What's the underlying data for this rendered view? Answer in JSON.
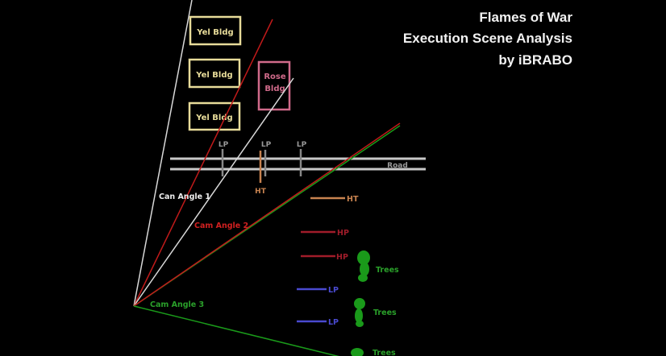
{
  "title": {
    "line1": "Flames of War",
    "line2": "Execution Scene Analysis",
    "line3": "by iBRABO"
  },
  "buildings": [
    {
      "label": "Yel Bldg"
    },
    {
      "label": "Yel Bldg"
    },
    {
      "label": "Yel Bldg"
    }
  ],
  "rose_building": {
    "line1": "Rose",
    "line2": "Bldg"
  },
  "road": {
    "label": "Road",
    "posts": [
      "LP",
      "LP",
      "LP"
    ],
    "ht_label": "HT"
  },
  "cameras": {
    "angle1": "Can Angle 1",
    "angle2": "Cam Angle 2",
    "angle3": "Cam Angle 3"
  },
  "legend": [
    {
      "label": "HT",
      "color": "#c88350"
    },
    {
      "label": "HP",
      "color": "#a01c2a"
    },
    {
      "label": "HP",
      "color": "#a01c2a"
    },
    {
      "label": "LP",
      "color": "#4a4ad0"
    },
    {
      "label": "LP",
      "color": "#4a4ad0"
    }
  ],
  "trees": [
    {
      "label": "Trees"
    },
    {
      "label": "Trees"
    },
    {
      "label": "Trees"
    }
  ],
  "colors": {
    "yellow": "#e8dc9a",
    "rose": "#d06a8a",
    "green": "#1a9a1a",
    "red": "#c01a1a",
    "white": "#d8d8d8"
  }
}
